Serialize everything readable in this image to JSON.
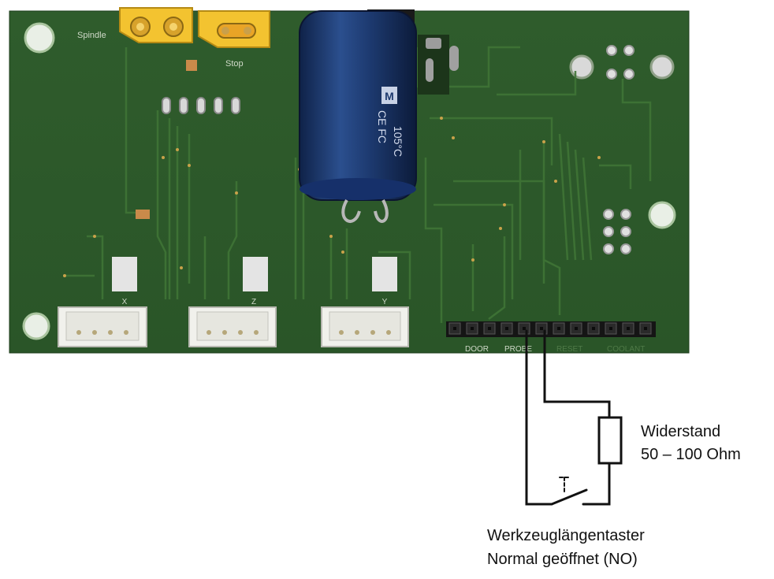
{
  "board": {
    "silk_spindle": "Spindle",
    "silk_stop": "Stop",
    "silk_x": "X",
    "silk_z": "Z",
    "silk_y": "Y",
    "silk_door": "DOOR",
    "silk_probe": "PROBE",
    "silk_reset": "RESET",
    "silk_coolant": "COOLANT",
    "capacitor_marking_1": "105°C",
    "capacitor_marking_2": "CE FC",
    "capacitor_brand": "M"
  },
  "annotations": {
    "resistor_title": "Widerstand",
    "resistor_value": "50 – 100 Ohm",
    "probe_title": "Werkzeuglängentaster",
    "probe_state": "Normal geöffnet (NO)"
  },
  "colors": {
    "pcb_green": "#2f5a2b",
    "pcb_dark": "#244a22",
    "trace": "#3c6e34",
    "pad_gold": "#c9a24a",
    "connector_yellow": "#f2c12e",
    "capacitor_blue": "#1e3a6e",
    "wire": "#111111"
  }
}
